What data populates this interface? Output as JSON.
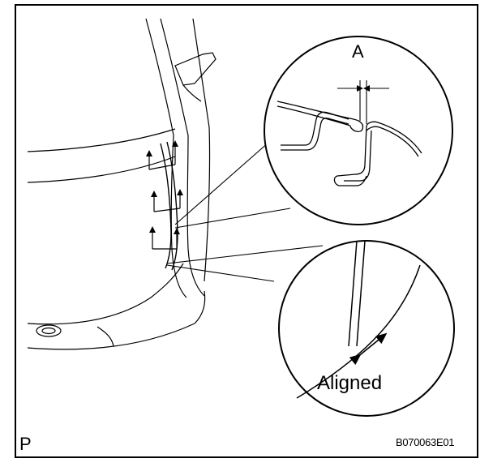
{
  "diagram": {
    "view_label": "A",
    "aligned_label": "Aligned",
    "corner_label": "P",
    "code": "B070063E01"
  },
  "icons": {
    "pull_arrows": "up-arrow-icon",
    "clearance_marker": "gap-dimension-icon",
    "alignment_arrow": "double-headed-arrow-icon"
  },
  "colors": {
    "ink": "#000000",
    "paper": "#ffffff"
  }
}
